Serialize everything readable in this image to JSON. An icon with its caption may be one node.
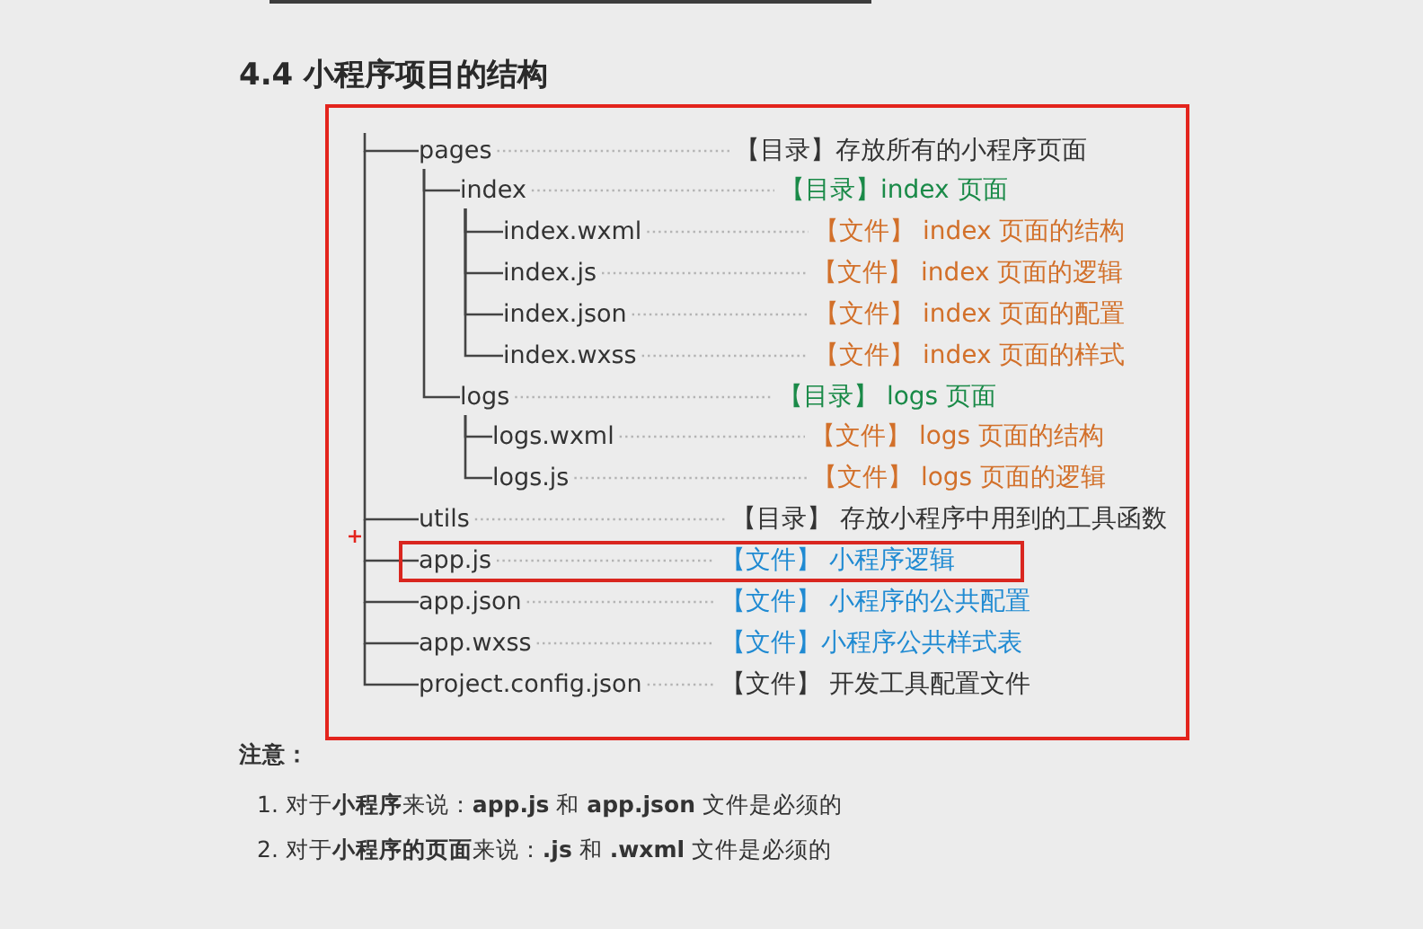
{
  "diagram": {
    "title": "4.4 小程序项目的结构",
    "nodes": [
      {
        "text": [],
        "shape": "box"
      },
      {
        "text": [
          "pages"
        ],
        "in": 0
      },
      {
        "text": [
          "【目录】存放所有的小程序页面"
        ],
        "in": 0
      },
      {
        "text": [
          "index"
        ],
        "in": 0
      },
      {
        "text": [
          "【目录】index 页面"
        ],
        "in": 0
      },
      {
        "text": [
          "index.wxml"
        ],
        "in": 0
      },
      {
        "text": [
          "【文件】 index 页面的结构"
        ],
        "in": 0
      },
      {
        "text": [
          "index.js"
        ],
        "in": 0
      },
      {
        "text": [
          "【文件】 index 页面的逻辑"
        ],
        "in": 0
      },
      {
        "text": [
          "index.json"
        ],
        "in": 0
      },
      {
        "text": [
          "【文件】 index 页面的配置"
        ],
        "in": 0
      },
      {
        "text": [
          "index.wxss"
        ],
        "in": 0
      },
      {
        "text": [
          "【文件】 index 页面的样式"
        ],
        "in": 0
      },
      {
        "text": [
          "logs"
        ],
        "in": 0
      },
      {
        "text": [
          "【目录】 logs 页面"
        ],
        "in": 0
      },
      {
        "text": [
          "logs.wxml"
        ],
        "in": 0
      },
      {
        "text": [
          "【文件】 logs 页面的结构"
        ],
        "in": 0
      },
      {
        "text": [
          "logs.js"
        ],
        "in": 0
      },
      {
        "text": [
          "【文件】 logs 页面的逻辑"
        ],
        "in": 0
      },
      {
        "text": [
          "utils"
        ],
        "in": 0
      },
      {
        "text": [
          "【目录】 存放小程序中用到的工具函数"
        ],
        "in": 0
      },
      {
        "text": [],
        "shape": "box",
        "in": 0
      },
      {
        "text": [
          "app.js"
        ],
        "in": 21
      },
      {
        "text": [
          "【文件】 小程序逻辑"
        ],
        "in": 21
      },
      {
        "text": [
          "app.json"
        ],
        "in": 0
      },
      {
        "text": [
          "【文件】 小程序的公共配置"
        ],
        "in": 0
      },
      {
        "text": [
          "app.wxss"
        ],
        "in": 0
      },
      {
        "text": [
          "【文件】小程序公共样式表"
        ],
        "in": 0
      },
      {
        "text": [
          "project.config.json"
        ],
        "in": 0
      },
      {
        "text": [
          "【文件】 开发工具配置文件"
        ],
        "in": 0
      }
    ],
    "edges": [
      {
        "from": 1,
        "to": 2,
        "arrow": "none",
        "style": "dashed",
        "color": "#b4b4b4"
      },
      {
        "from": 3,
        "to": 4,
        "arrow": "none",
        "style": "dashed",
        "color": "#b4b4b4"
      },
      {
        "from": 5,
        "to": 6,
        "arrow": "none",
        "style": "dashed",
        "color": "#b4b4b4"
      },
      {
        "from": 7,
        "to": 8,
        "arrow": "none",
        "style": "dashed",
        "color": "#b4b4b4"
      },
      {
        "from": 9,
        "to": 10,
        "arrow": "none",
        "style": "dashed",
        "color": "#b4b4b4"
      },
      {
        "from": 11,
        "to": 12,
        "arrow": "none",
        "style": "dashed",
        "color": "#b4b4b4"
      },
      {
        "from": 13,
        "to": 14,
        "arrow": "none",
        "style": "dashed",
        "color": "#b4b4b4"
      },
      {
        "from": 15,
        "to": 16,
        "arrow": "none",
        "style": "dashed",
        "color": "#b4b4b4"
      },
      {
        "from": 17,
        "to": 18,
        "arrow": "none",
        "style": "dashed",
        "color": "#b4b4b4"
      },
      {
        "from": 19,
        "to": 20,
        "arrow": "none",
        "style": "dashed",
        "color": "#b4b4b4"
      },
      {
        "from": 22,
        "to": 23,
        "arrow": "none",
        "style": "dashed",
        "color": "#b4b4b4"
      },
      {
        "from": 24,
        "to": 25,
        "arrow": "none",
        "style": "dashed",
        "color": "#b4b4b4"
      },
      {
        "from": 26,
        "to": 27,
        "arrow": "none",
        "style": "dashed",
        "color": "#b4b4b4"
      },
      {
        "from": 28,
        "to": 29,
        "arrow": "none",
        "style": "dashed",
        "color": "#b4b4b4"
      },
      {
        "from": 1,
        "to": 3,
        "arrow": "none",
        "color": "#444444"
      },
      {
        "from": 1,
        "to": 13,
        "arrow": "none",
        "color": "#444444"
      },
      {
        "from": 3,
        "to": 5,
        "arrow": "none",
        "color": "#444444"
      },
      {
        "from": 3,
        "to": 7,
        "arrow": "none",
        "color": "#444444"
      },
      {
        "from": 3,
        "to": 9,
        "arrow": "none",
        "color": "#444444"
      },
      {
        "from": 3,
        "to": 11,
        "arrow": "none",
        "color": "#444444"
      },
      {
        "from": 13,
        "to": 15,
        "arrow": "none",
        "color": "#444444"
      },
      {
        "from": 13,
        "to": 17,
        "arrow": "none",
        "color": "#444444"
      },
      {
        "from": null,
        "to": 1,
        "arrow": "none",
        "color": "#444444"
      },
      {
        "from": null,
        "to": 19,
        "arrow": "none",
        "color": "#444444"
      },
      {
        "from": null,
        "to": 22,
        "arrow": "none",
        "color": "#444444"
      },
      {
        "from": null,
        "to": 24,
        "arrow": "none",
        "color": "#444444"
      },
      {
        "from": null,
        "to": 26,
        "arrow": "none",
        "color": "#444444"
      },
      {
        "from": null,
        "to": 28,
        "arrow": "none",
        "color": "#444444"
      }
    ],
    "labels": [
      "注意：",
      "1. 对于**小程序**来说：**app.js** 和 **app.json** 文件是必须的",
      "2. 对于**小程序的页面**来说：**.js** 和 **.wxml** 文件是必须的"
    ]
  }
}
